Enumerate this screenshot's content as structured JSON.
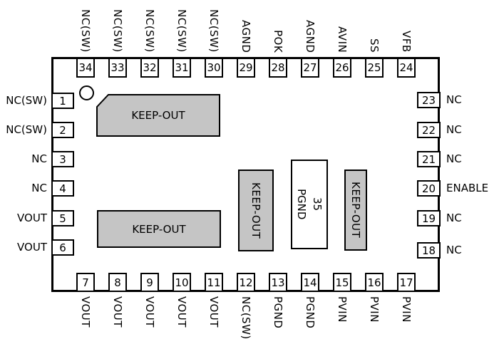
{
  "colors": {
    "keepout_fill": "#c5c5c5",
    "line": "#000000",
    "pad_fill": "#ffffff"
  },
  "keepout_label": "KEEP-OUT",
  "thermal_pad": {
    "label": "35\nPGND"
  },
  "pins": {
    "top": [
      {
        "num": "34",
        "name": "NC(SW)"
      },
      {
        "num": "33",
        "name": "NC(SW)"
      },
      {
        "num": "32",
        "name": "NC(SW)"
      },
      {
        "num": "31",
        "name": "NC(SW)"
      },
      {
        "num": "30",
        "name": "NC(SW)"
      },
      {
        "num": "29",
        "name": "AGND"
      },
      {
        "num": "28",
        "name": "POK"
      },
      {
        "num": "27",
        "name": "AGND"
      },
      {
        "num": "26",
        "name": "AVIN"
      },
      {
        "num": "25",
        "name": "SS"
      },
      {
        "num": "24",
        "name": "VFB"
      }
    ],
    "left": [
      {
        "num": "1",
        "name": "NC(SW)"
      },
      {
        "num": "2",
        "name": "NC(SW)"
      },
      {
        "num": "3",
        "name": "NC"
      },
      {
        "num": "4",
        "name": "NC"
      },
      {
        "num": "5",
        "name": "VOUT"
      },
      {
        "num": "6",
        "name": "VOUT"
      }
    ],
    "right": [
      {
        "num": "23",
        "name": "NC"
      },
      {
        "num": "22",
        "name": "NC"
      },
      {
        "num": "21",
        "name": "NC"
      },
      {
        "num": "20",
        "name": "ENABLE"
      },
      {
        "num": "19",
        "name": "NC"
      },
      {
        "num": "18",
        "name": "NC"
      }
    ],
    "bottom": [
      {
        "num": "7",
        "name": "VOUT"
      },
      {
        "num": "8",
        "name": "VOUT"
      },
      {
        "num": "9",
        "name": "VOUT"
      },
      {
        "num": "10",
        "name": "VOUT"
      },
      {
        "num": "11",
        "name": "VOUT"
      },
      {
        "num": "12",
        "name": "NC(SW)"
      },
      {
        "num": "13",
        "name": "PGND"
      },
      {
        "num": "14",
        "name": "PGND"
      },
      {
        "num": "15",
        "name": "PVIN"
      },
      {
        "num": "16",
        "name": "PVIN"
      },
      {
        "num": "17",
        "name": "PVIN"
      }
    ]
  }
}
